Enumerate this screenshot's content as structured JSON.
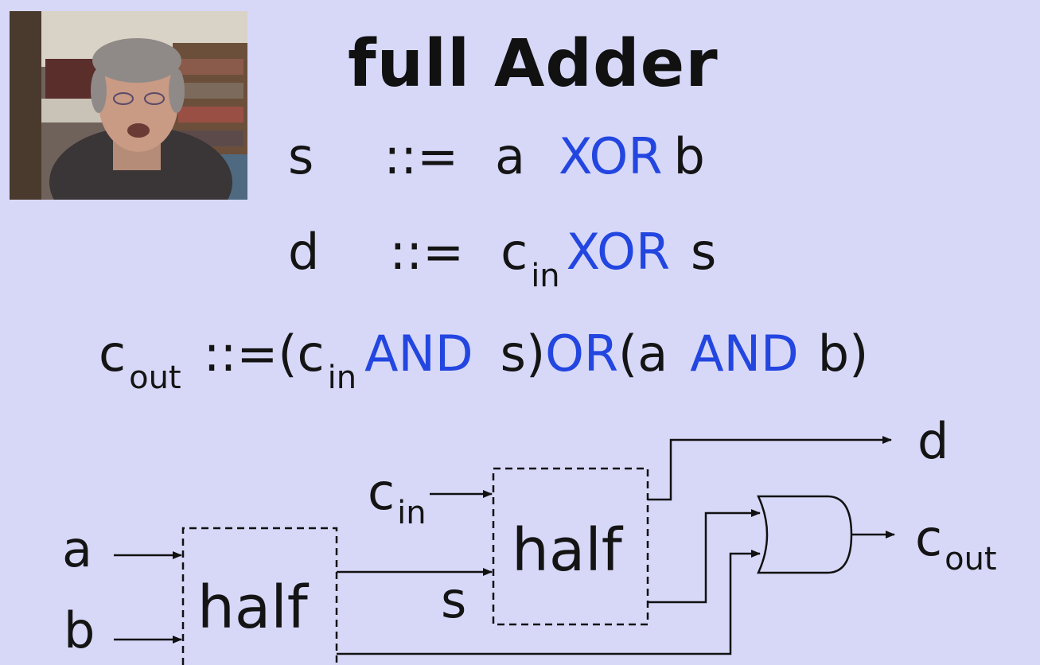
{
  "title": "full Adder",
  "equations": {
    "s": {
      "lhs": "s",
      "op": "::=",
      "t1": "a",
      "k1": "XOR",
      "t2": "b"
    },
    "d": {
      "lhs": "d",
      "op": "::=",
      "t1": "c",
      "t1_sub": "in",
      "k1": "XOR",
      "t2": "s"
    },
    "cout": {
      "lhs": "c",
      "lhs_sub": "out",
      "op": "::=",
      "p1": "(c",
      "p1_sub": "in",
      "k1": "AND",
      "t1": "s)",
      "k2": "OR",
      "t2": "(a",
      "k3": "AND",
      "t3": "b)"
    }
  },
  "diagram": {
    "input_a": "a",
    "input_b": "b",
    "input_cin": "c",
    "input_cin_sub": "in",
    "wire_s": "s",
    "half1": "half",
    "half2": "half",
    "output_d": "d",
    "output_cout": "c",
    "output_cout_sub": "out"
  },
  "colors": {
    "background": "#d7d8f8",
    "keyword": "#2346e0",
    "text": "#141414"
  }
}
